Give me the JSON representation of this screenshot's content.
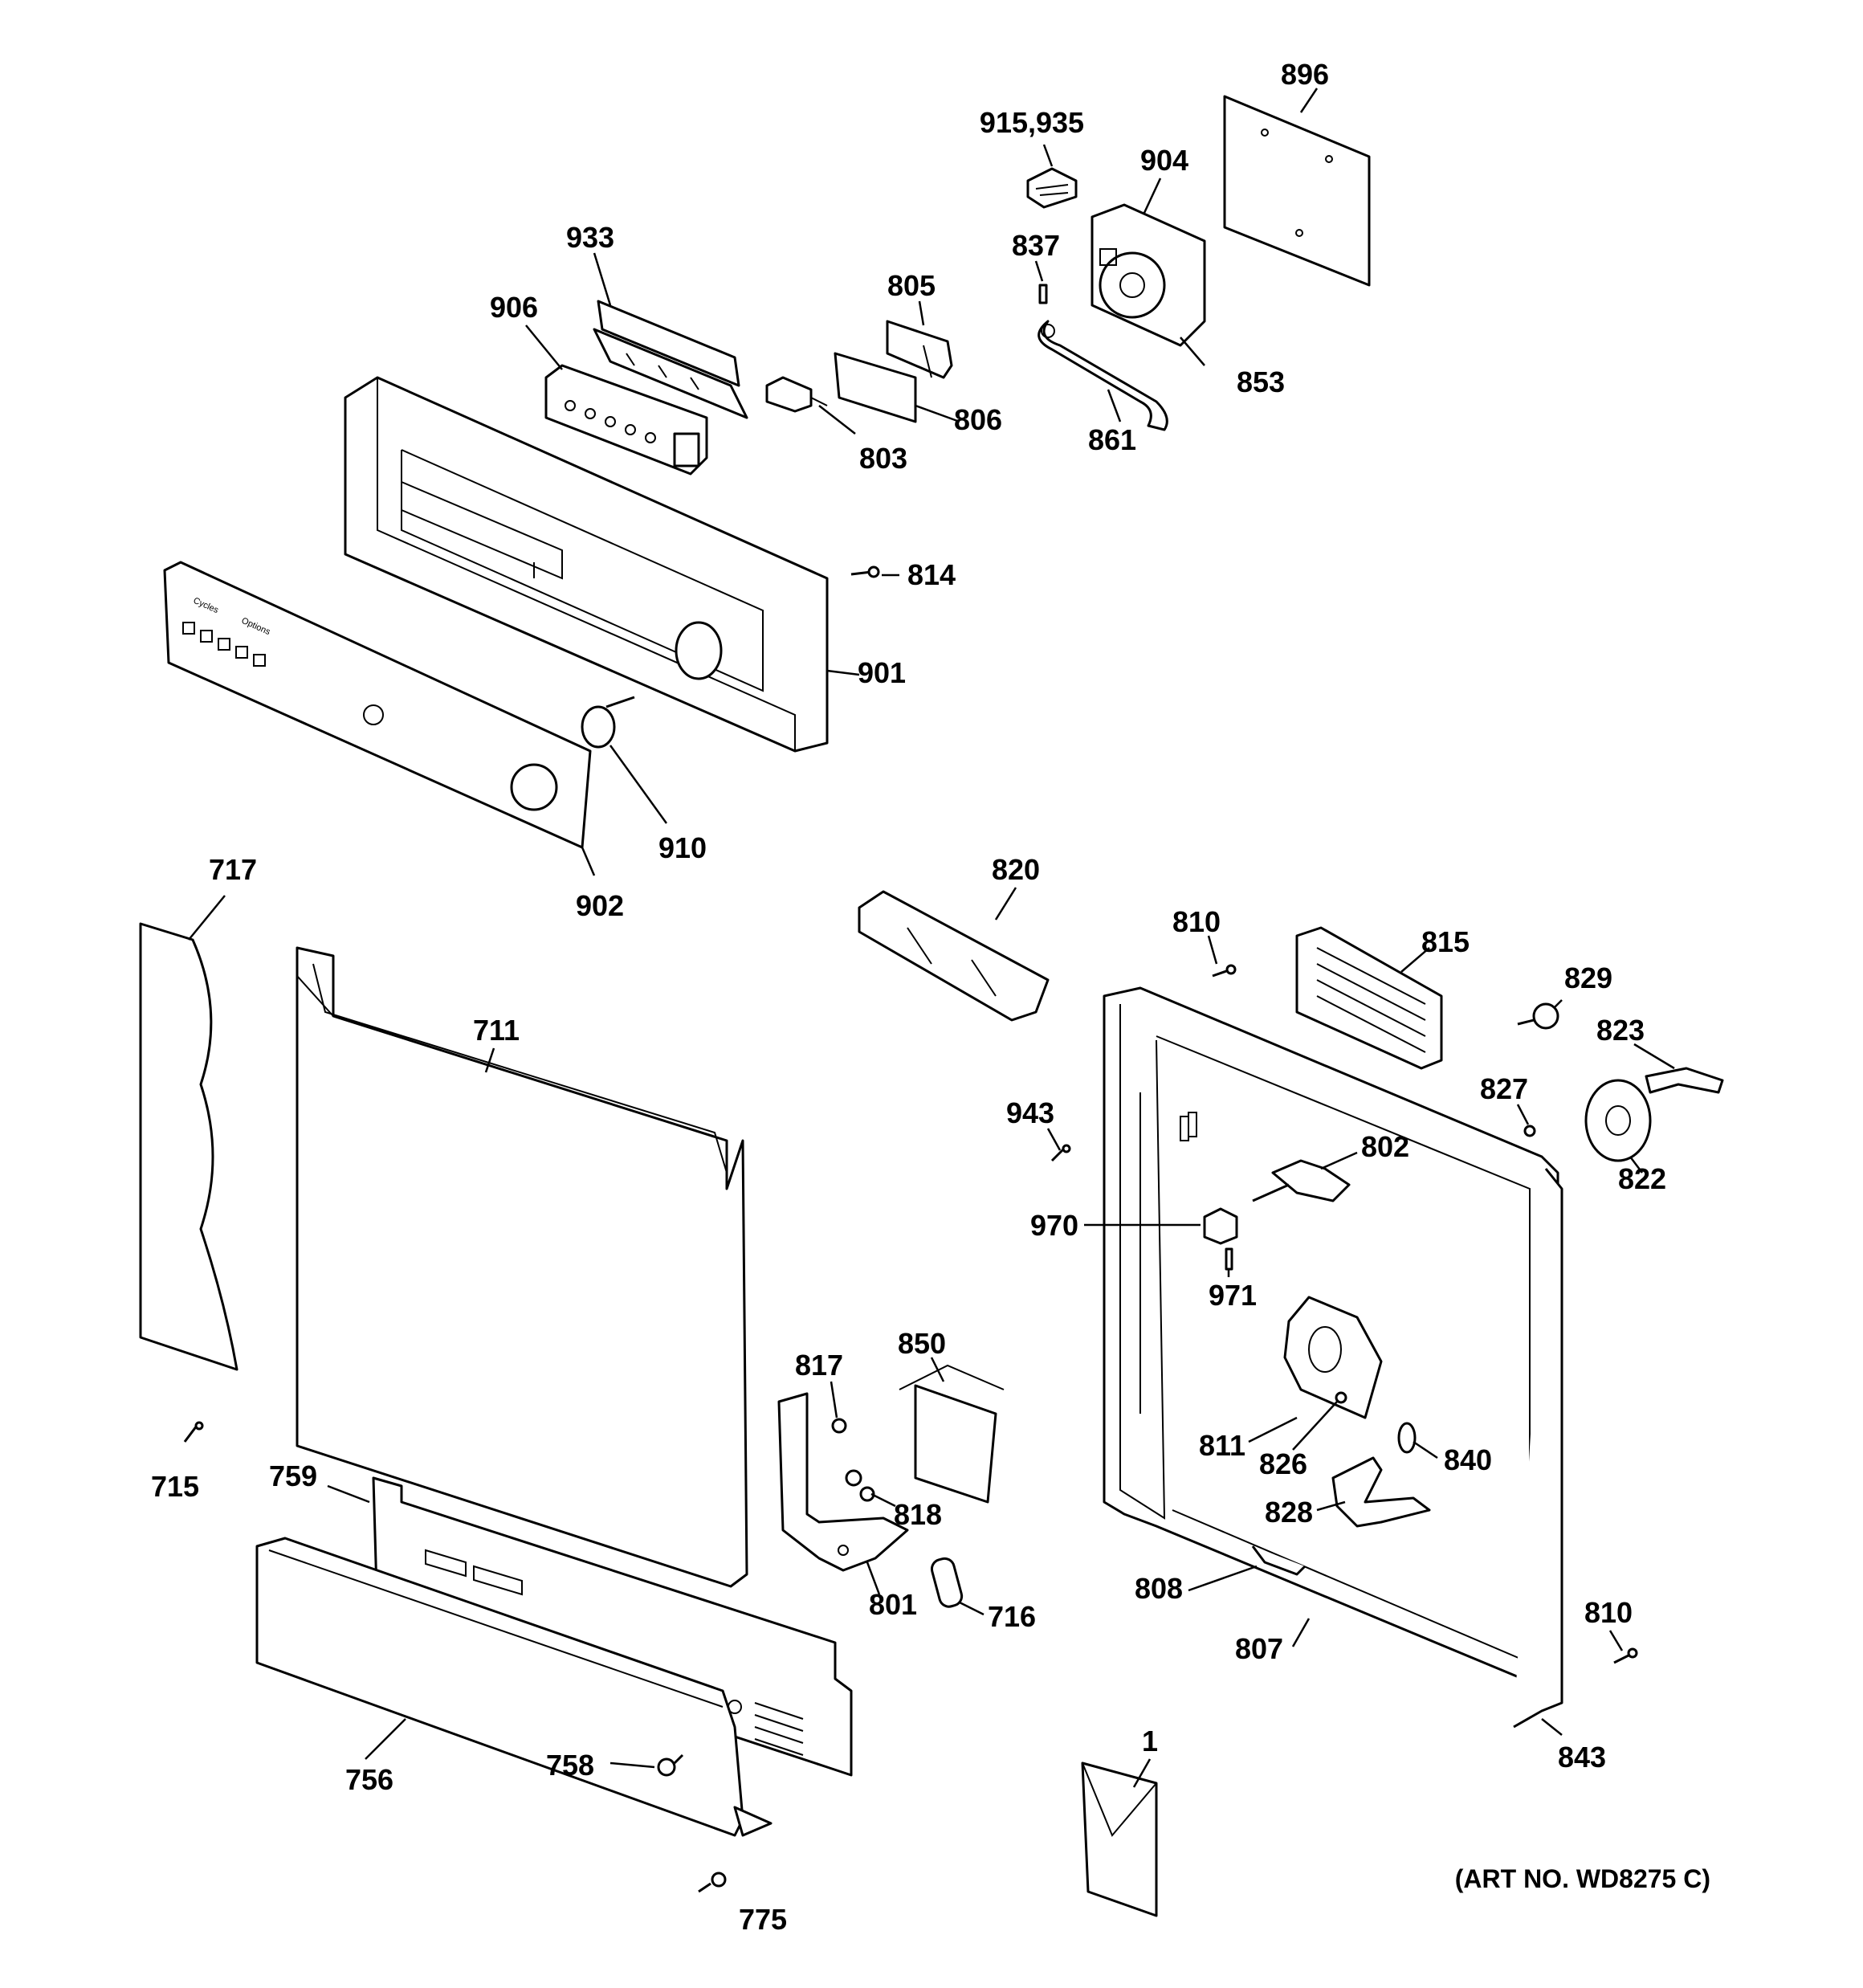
{
  "art_number": "(ART NO. WD8275 C)",
  "panel_text": {
    "cycles": "Cycles",
    "options": "Options"
  },
  "labels": [
    {
      "id": "896",
      "text": "896"
    },
    {
      "id": "915_935",
      "text": "915,935"
    },
    {
      "id": "904",
      "text": "904"
    },
    {
      "id": "933",
      "text": "933"
    },
    {
      "id": "837",
      "text": "837"
    },
    {
      "id": "805",
      "text": "805"
    },
    {
      "id": "906",
      "text": "906"
    },
    {
      "id": "853",
      "text": "853"
    },
    {
      "id": "806",
      "text": "806"
    },
    {
      "id": "803",
      "text": "803"
    },
    {
      "id": "861",
      "text": "861"
    },
    {
      "id": "814",
      "text": "814"
    },
    {
      "id": "901",
      "text": "901"
    },
    {
      "id": "910",
      "text": "910"
    },
    {
      "id": "902",
      "text": "902"
    },
    {
      "id": "717",
      "text": "717"
    },
    {
      "id": "820",
      "text": "820"
    },
    {
      "id": "810a",
      "text": "810"
    },
    {
      "id": "815",
      "text": "815"
    },
    {
      "id": "829",
      "text": "829"
    },
    {
      "id": "823",
      "text": "823"
    },
    {
      "id": "711",
      "text": "711"
    },
    {
      "id": "827",
      "text": "827"
    },
    {
      "id": "943",
      "text": "943"
    },
    {
      "id": "802",
      "text": "802"
    },
    {
      "id": "822",
      "text": "822"
    },
    {
      "id": "970",
      "text": "970"
    },
    {
      "id": "971",
      "text": "971"
    },
    {
      "id": "817",
      "text": "817"
    },
    {
      "id": "850",
      "text": "850"
    },
    {
      "id": "811",
      "text": "811"
    },
    {
      "id": "826",
      "text": "826"
    },
    {
      "id": "840",
      "text": "840"
    },
    {
      "id": "715",
      "text": "715"
    },
    {
      "id": "759",
      "text": "759"
    },
    {
      "id": "818",
      "text": "818"
    },
    {
      "id": "828",
      "text": "828"
    },
    {
      "id": "801",
      "text": "801"
    },
    {
      "id": "716",
      "text": "716"
    },
    {
      "id": "808",
      "text": "808"
    },
    {
      "id": "807",
      "text": "807"
    },
    {
      "id": "810b",
      "text": "810"
    },
    {
      "id": "1",
      "text": "1"
    },
    {
      "id": "758",
      "text": "758"
    },
    {
      "id": "843",
      "text": "843"
    },
    {
      "id": "756",
      "text": "756"
    },
    {
      "id": "775",
      "text": "775"
    }
  ]
}
